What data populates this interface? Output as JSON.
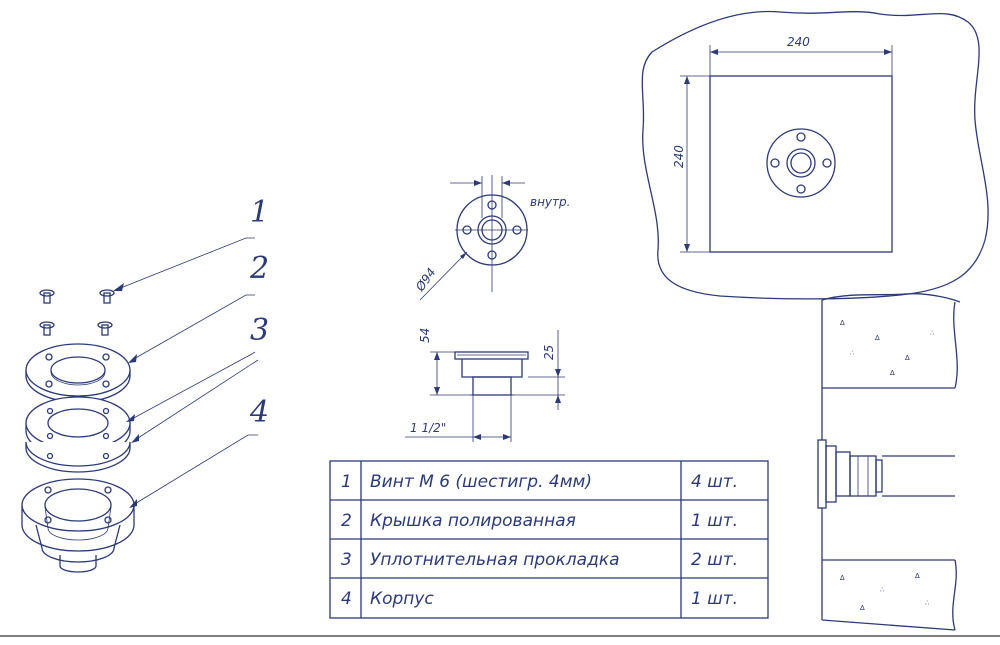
{
  "callouts": [
    "1",
    "2",
    "3",
    "4"
  ],
  "dimensions": {
    "inner_label": "внутр.",
    "diameter": "Ø94",
    "height_total": "54",
    "height_flange": "25",
    "thread": "1 1/2\"",
    "plate_width": "240",
    "plate_height": "240"
  },
  "parts_table": {
    "rows": [
      {
        "num": "1",
        "name": "Винт М 6 (шестигр. 4мм)",
        "qty": "4 шт."
      },
      {
        "num": "2",
        "name": "Крышка полированная",
        "qty": "1 шт."
      },
      {
        "num": "3",
        "name": "Уплотнительная прокладка",
        "qty": "2 шт."
      },
      {
        "num": "4",
        "name": "Корпус",
        "qty": "1 шт."
      }
    ]
  },
  "colors": {
    "ink": "#2b3a78",
    "background": "#ffffff"
  }
}
